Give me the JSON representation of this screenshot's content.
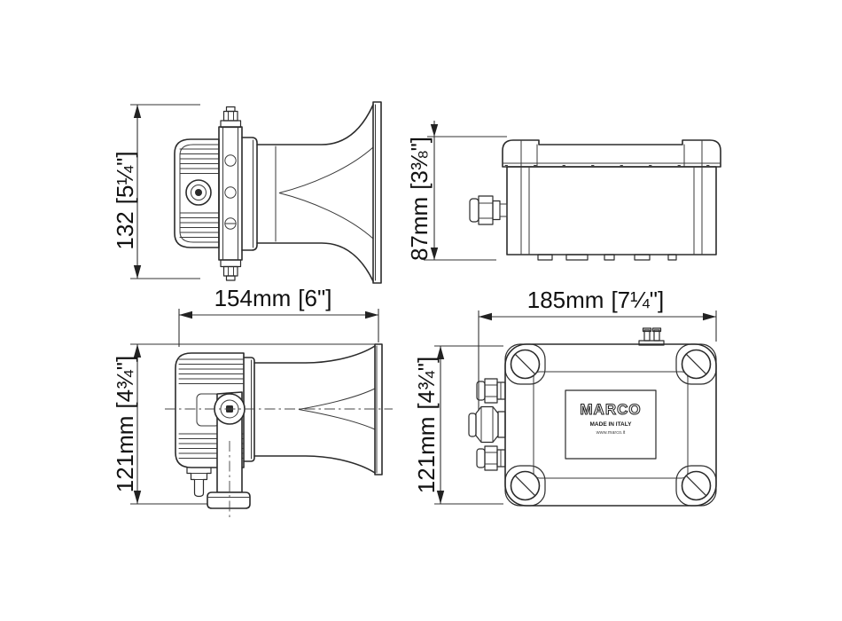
{
  "drawing": {
    "background": "#ffffff",
    "line_color": "#2b2b2b",
    "dimensions": {
      "horn_height": {
        "mm": "132",
        "inch": "[5¼\"]"
      },
      "box_height": {
        "mm": "87mm",
        "inch": "[3⅜\"]"
      },
      "horn_width": {
        "mm": "154mm",
        "inch": "[6\"]"
      },
      "horn_bracket_height": {
        "mm": "121mm",
        "inch": "[4¾\"]"
      },
      "box_width": {
        "mm": "185mm",
        "inch": "[7¼\"]"
      },
      "box_front_height": {
        "mm": "121mm",
        "inch": "[4¾\"]"
      }
    },
    "label": {
      "brand": "MARCO",
      "origin": "MADE IN ITALY",
      "website": "www.marco.it"
    }
  }
}
